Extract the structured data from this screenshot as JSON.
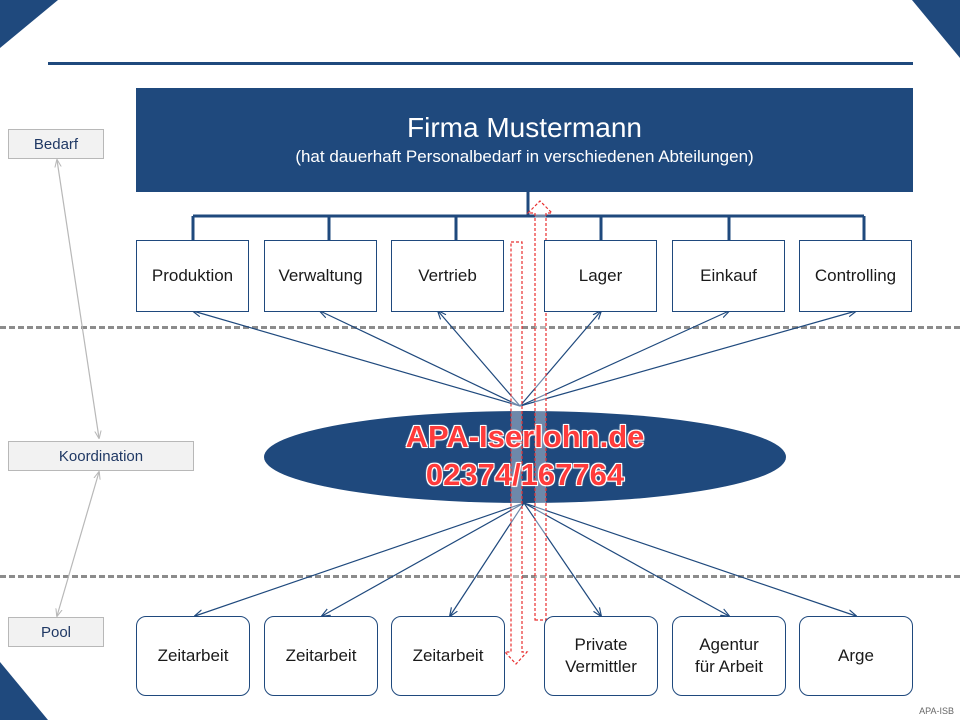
{
  "header": {
    "title": "Firma Mustermann",
    "subtitle": "(hat dauerhaft Personalbedarf in verschiedenen Abteilungen)"
  },
  "departments": [
    "Produktion",
    "Verwaltung",
    "Vertrieb",
    "Lager",
    "Einkauf",
    "Controlling"
  ],
  "center": {
    "name": "APA-Iserlohn.de",
    "phone": "02374/167764"
  },
  "pools": [
    {
      "line1": "Zeitarbeit",
      "line2": ""
    },
    {
      "line1": "Zeitarbeit",
      "line2": ""
    },
    {
      "line1": "Zeitarbeit",
      "line2": ""
    },
    {
      "line1": "Private",
      "line2": "Vermittler"
    },
    {
      "line1": "Agentur",
      "line2": "für Arbeit"
    },
    {
      "line1": "Arge",
      "line2": ""
    }
  ],
  "side_labels": {
    "bedarf": "Bedarf",
    "koordination": "Koordination",
    "pool": "Pool"
  },
  "footer_mark": "APA-ISB",
  "colors": {
    "primary": "#1f497d",
    "accent_text": "#ff3b3b",
    "arrow_red": "#e83030",
    "dash_gray": "#8c8c8c",
    "label_bg": "#f2f2f2"
  }
}
